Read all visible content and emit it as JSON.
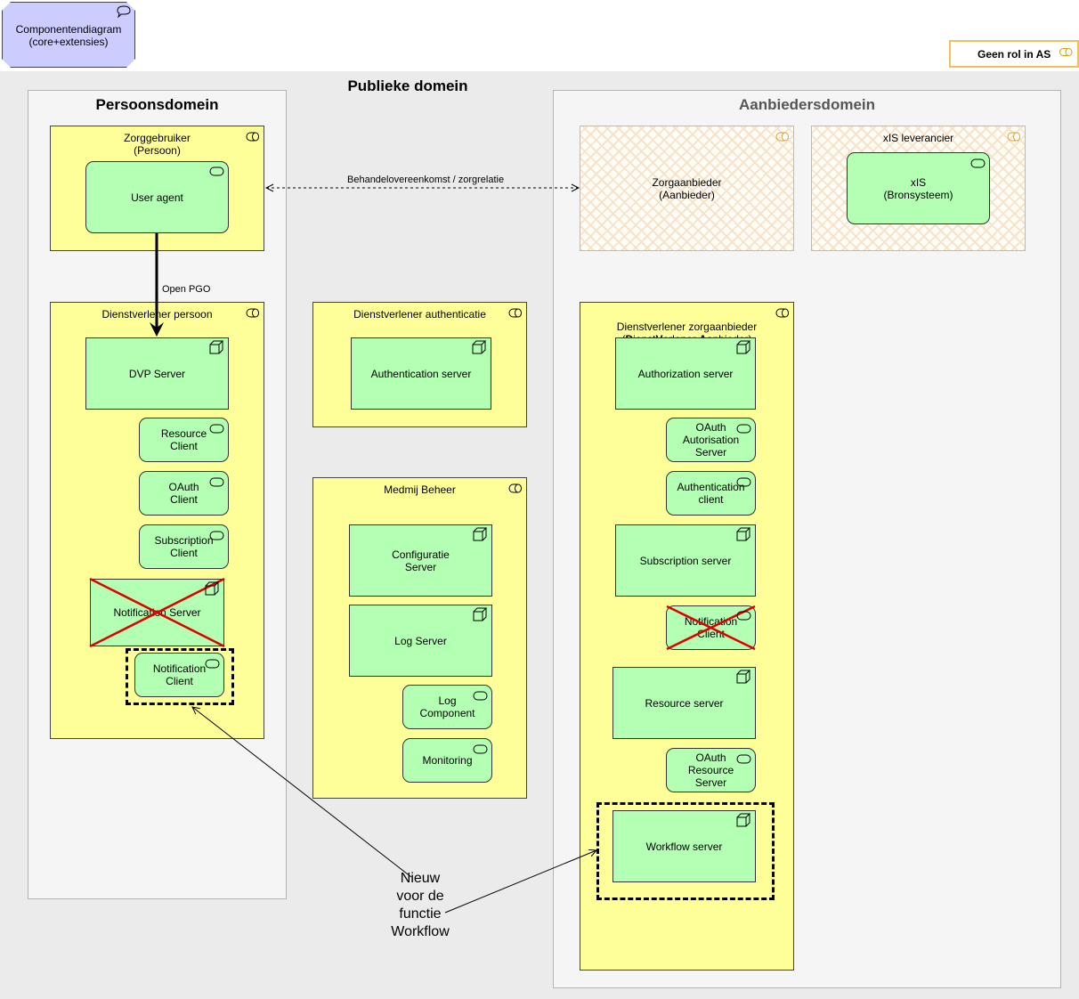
{
  "note": {
    "title": "Componentendiagram\n(core+extensies)"
  },
  "legend": {
    "label": "Geen rol in AS"
  },
  "domains": {
    "public": "Publieke domein",
    "persoon": "Persoonsdomein",
    "aanbieders": "Aanbiedersdomein"
  },
  "colors": {
    "actor": "#ffff99",
    "component": "#b3ffb3",
    "legend_border": "#f0c060",
    "cross": "#e00000"
  },
  "persoon": {
    "zorggebruiker": "Zorggebruiker\n(Persoon)",
    "user_agent": "User agent",
    "dienstverlener": "Dienstverlener persoon",
    "dvp_server": "DVP Server",
    "resource_client": "Resource\nClient",
    "oauth_client": "OAuth\nClient",
    "subscription_client": "Subscription\nClient",
    "notification_server": "Notification Server",
    "notification_client": "Notification\nClient"
  },
  "middle": {
    "auth_provider": "Dienstverlener authenticatie",
    "auth_server": "Authentication server",
    "beheer": "Medmij Beheer",
    "config_server": "Configuratie\nServer",
    "log_server": "Log Server",
    "log_component": "Log\nComponent",
    "monitoring": "Monitoring"
  },
  "aanbieders": {
    "zorgaanbieder": "Zorgaanbieder\n(Aanbieder)",
    "xis_leverancier": "xIS leverancier",
    "xis": "xIS\n(Bronsysteem)",
    "dva_line1": "Dienstverlener zorgaanbieder",
    "dva_open": "(",
    "dva_d": "D",
    "dva_ienst": "ienst",
    "dva_v": "V",
    "dva_erlener": "erlener ",
    "dva_a": "A",
    "dva_rest": "anbieder)",
    "authorization_server": "Authorization server",
    "oauth_autorisation_server": "OAuth\nAutorisation\nServer",
    "authentication_client": "Authentication\nclient",
    "subscription_server": "Subscription server",
    "notification_client": "Notification\nClient",
    "resource_server": "Resource server",
    "oauth_resource_server": "OAuth\nResource\nServer",
    "workflow_server": "Workflow server"
  },
  "relations": {
    "behandel": "Behandelovereenkomst / zorgrelatie",
    "open_pgo": "Open PGO"
  },
  "annotation": "Nieuw\nvoor de\nfunctie\nWorkflow"
}
